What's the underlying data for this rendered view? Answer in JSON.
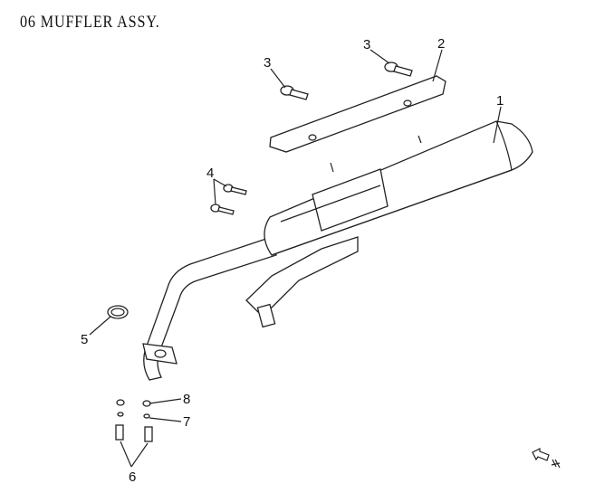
{
  "title": "06  MUFFLER ASSY.",
  "callouts": {
    "c1": "1",
    "c2": "2",
    "c3a": "3",
    "c3b": "3",
    "c4": "4",
    "c5": "5",
    "c6": "6",
    "c7": "7",
    "c8": "8"
  }
}
